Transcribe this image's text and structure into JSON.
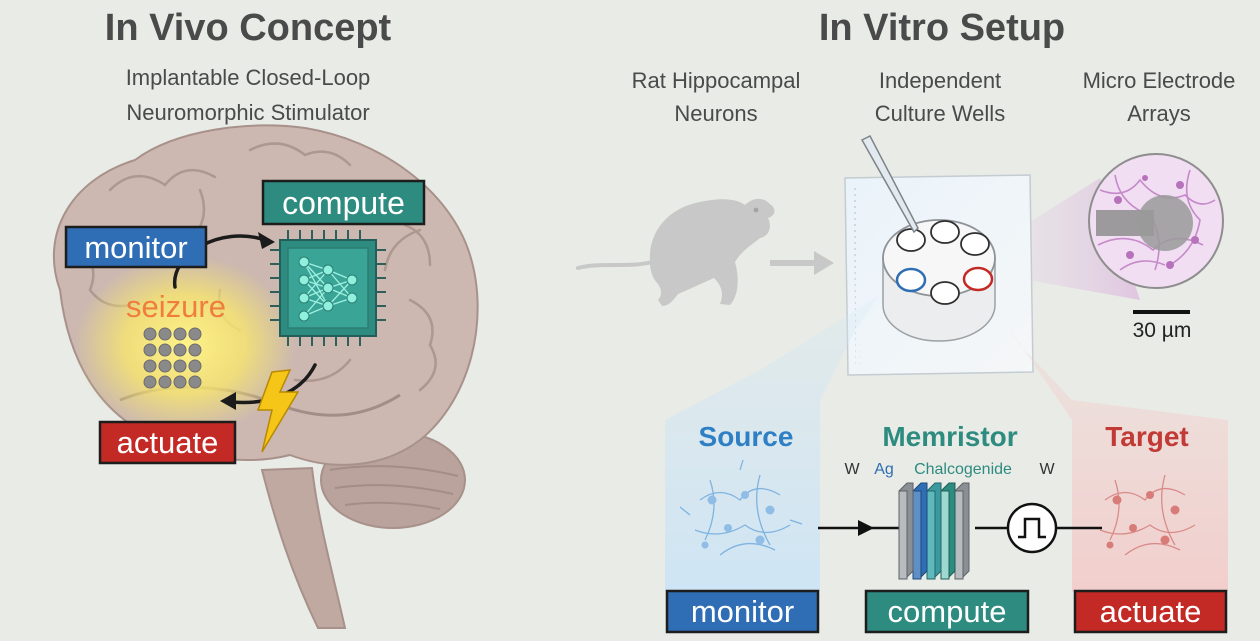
{
  "colors": {
    "background": "#e8ebe6",
    "monitor_blue": "#2f6db5",
    "compute_teal": "#2e8b80",
    "actuate_red": "#c42a25",
    "seizure_orange": "#ef7d3c",
    "brain": "#c9b6ad"
  },
  "left_panel": {
    "title": "In Vivo Concept",
    "subtitle_line1": "Implantable Closed-Loop",
    "subtitle_line2": "Neuromorphic Stimulator",
    "labels": {
      "compute": "compute",
      "monitor": "monitor",
      "seizure": "seizure",
      "actuate": "actuate"
    },
    "icons": [
      "brain-icon",
      "chip-icon",
      "electrode-grid-icon",
      "lightning-icon"
    ]
  },
  "right_panel": {
    "title": "In Vitro Setup",
    "captions": [
      {
        "line1": "Rat Hippocampal",
        "line2": "Neurons"
      },
      {
        "line1": "Independent",
        "line2": "Culture Wells"
      },
      {
        "line1": "Micro Electrode",
        "line2": "Arrays"
      }
    ],
    "scale_bar": "30 µm",
    "icons": [
      "rat-icon",
      "arrow-icon",
      "mea-plate-icon",
      "micrograph-icon"
    ]
  },
  "bottom_panel": {
    "source_title": "Source",
    "memristor_title": "Memristor",
    "target_title": "Target",
    "layers": {
      "w_left": "W",
      "ag": "Ag",
      "chalcogenide": "Chalcogenide",
      "w_right": "W"
    },
    "boxes": {
      "monitor": "monitor",
      "compute": "compute",
      "actuate": "actuate"
    },
    "icons": [
      "source-neurons-icon",
      "memristor-stack-icon",
      "pulse-icon",
      "target-neurons-icon"
    ]
  }
}
